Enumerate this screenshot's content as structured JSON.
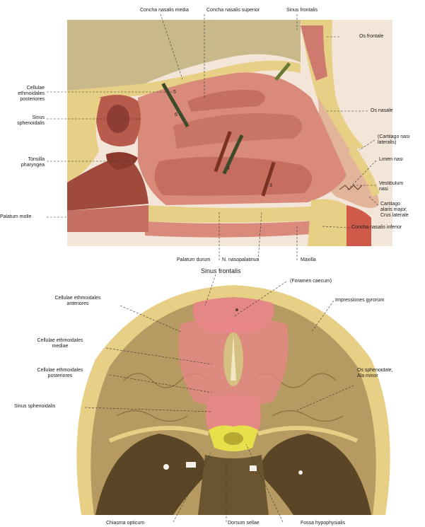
{
  "sagittal_labels": {
    "concha_nasalis_media": "Concha nasalis media",
    "concha_nasalis_superior": "Concha nasalis superior",
    "sinus_frontalis": "Sinus frontalis",
    "os_frontale": "Os frontale",
    "cellulae_ethmoidales_posteriores": [
      "Cellulae",
      "ethmoidales",
      "posteriores"
    ],
    "sinus_sphenoidalis": [
      "Sinus",
      "sphenoidalis"
    ],
    "os_nasale": "Os nasale",
    "cartilago_nasi_lateralis": [
      "(Cartilago nasi",
      "lateralis)"
    ],
    "tonsilla_pharyngea": [
      "Tonsilla",
      "pharyngea"
    ],
    "limen_nasi": "Limen nasi",
    "vestibulum_nasi": [
      "Vestibulum",
      "nasi"
    ],
    "palatum_molle": "Palatum molle",
    "cartilago_alaris_major": [
      "Cartilago",
      "alaris major,",
      "Crus laterale"
    ],
    "concha_nasalis_inferior": "Concha nasalis inferior",
    "palatum_durum": "Palatum durum",
    "n_nasopalatinus": "N. nasopalatinus",
    "maxilla": "Maxilla"
  },
  "cranial_labels": {
    "sinus_frontalis": "Sinus frontalis",
    "foramen_caecum": "(Foramen caecum)",
    "cellulae_ethmoidales_anteriores": [
      "Cellulae ethmoidales",
      "anteriores"
    ],
    "impressiones_gyrorum": "Impressiones gyrorum",
    "cellulae_ethmoidales_mediae": [
      "Cellulae ethmoidales",
      "mediae"
    ],
    "cellulae_ethmoidales_posteriores": [
      "Cellulae ethmoidales",
      "posteriores"
    ],
    "os_sphenoidale": [
      "Os sphenoidale,",
      "Ala minor"
    ],
    "sinus_sphenoidalis": "Sinus sphenoidalis",
    "chiasma_opticum": "Chiasma opticum",
    "dorsum_sellae": "Dorsum sellae",
    "fossa_hypophysialis": "Fossa hypophysialis"
  },
  "figure_numbers": [
    "5",
    "6",
    "4",
    "3"
  ],
  "colors": {
    "bone": "#e8cf86",
    "mucosa": "#d98a7a",
    "mucosa_dark": "#b85a4c",
    "sinus_pink": "#e9868a",
    "skull_base": "#b79a62",
    "skull_dark": "#7a6238",
    "sella": "#e8e04a",
    "cavity_dark": "#3a2418"
  }
}
